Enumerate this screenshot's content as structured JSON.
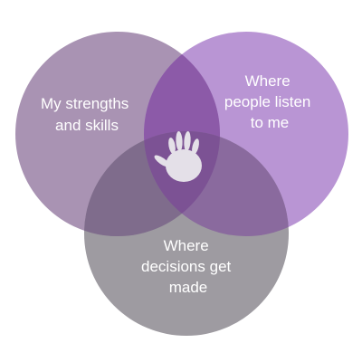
{
  "diagram": {
    "type": "venn",
    "circles": [
      {
        "id": "strengths",
        "label_lines": [
          "My strengths",
          "and skills"
        ],
        "color": "#9a80a6"
      },
      {
        "id": "listen",
        "label_lines": [
          "Where",
          "people listen",
          "to me"
        ],
        "color": "#ad82cc"
      },
      {
        "id": "decisions",
        "label_lines": [
          "Where",
          "decisions get",
          "made"
        ],
        "color": "#8d8990"
      }
    ],
    "overlap_colors": {
      "strengths_listen": "#8c5aa8",
      "strengths_decisions": "#7f6c8c",
      "listen_decisions": "#8a6a9e",
      "center": "#7c5294"
    },
    "center_icon": "handprint-icon",
    "icon_color": "#e4e0e8"
  }
}
